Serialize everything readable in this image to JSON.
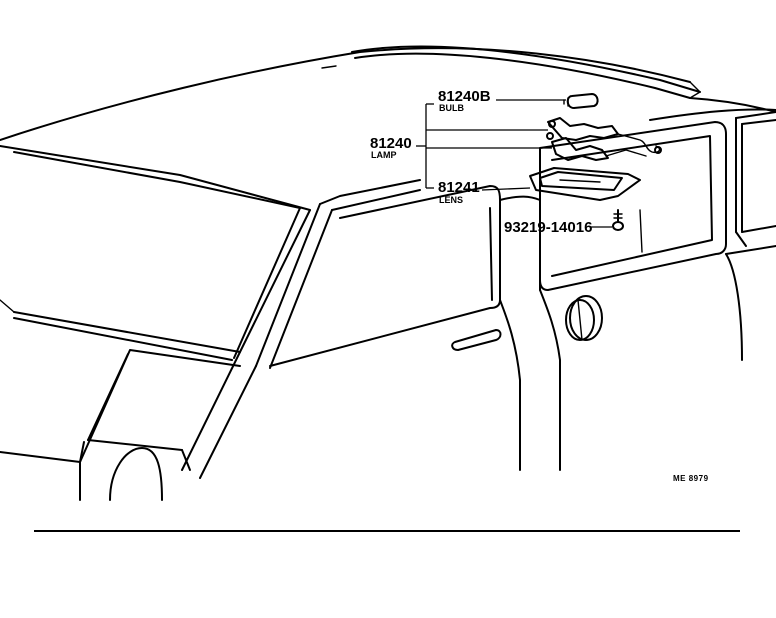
{
  "callouts": {
    "bulb": {
      "part_number": "81240B",
      "name": "BULB"
    },
    "lamp": {
      "part_number": "81240",
      "name": "LAMP"
    },
    "lens": {
      "part_number": "81241",
      "name": "LENS"
    },
    "screw": {
      "part_number": "93219-14016"
    }
  },
  "drawing_code": "ME 8979"
}
